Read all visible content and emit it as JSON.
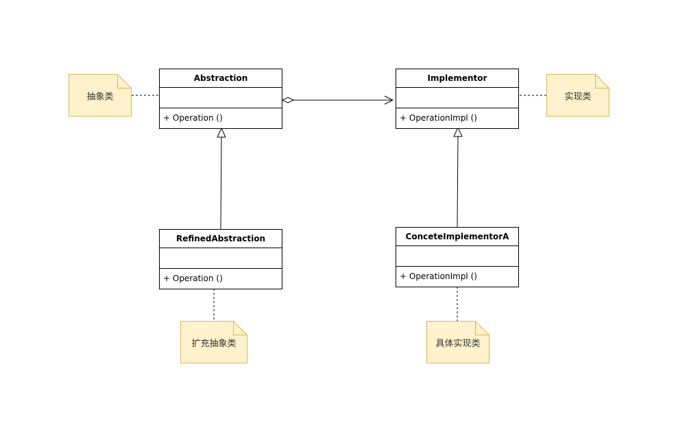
{
  "colors": {
    "line": "#000000",
    "note_fill": "#fff2cc",
    "note_stroke": "#d6b656",
    "note_text": "#333333"
  },
  "classes": {
    "abstraction": {
      "name": "Abstraction",
      "operation": "+ Operation ()"
    },
    "implementor": {
      "name": "Implementor",
      "operation": "+ OperationImpl ()"
    },
    "refined_abstraction": {
      "name": "RefinedAbstraction",
      "operation": "+ Operation ()"
    },
    "concrete_implementor": {
      "name": "ConceteImplementorA",
      "operation": "+ OperationImpl ()"
    }
  },
  "notes": {
    "abstraction": "抽象类",
    "implementor": "实现类",
    "refined_abstraction": "扩充抽象类",
    "concrete_implementor": "具体实现类"
  },
  "relations": [
    {
      "type": "aggregation",
      "from": "Abstraction",
      "to": "Implementor"
    },
    {
      "type": "generalization",
      "from": "RefinedAbstraction",
      "to": "Abstraction"
    },
    {
      "type": "generalization",
      "from": "ConceteImplementorA",
      "to": "Implementor"
    },
    {
      "type": "note-link",
      "from": "抽象类",
      "to": "Abstraction"
    },
    {
      "type": "note-link",
      "from": "实现类",
      "to": "Implementor"
    },
    {
      "type": "note-link",
      "from": "扩充抽象类",
      "to": "RefinedAbstraction"
    },
    {
      "type": "note-link",
      "from": "具体实现类",
      "to": "ConceteImplementorA"
    }
  ]
}
